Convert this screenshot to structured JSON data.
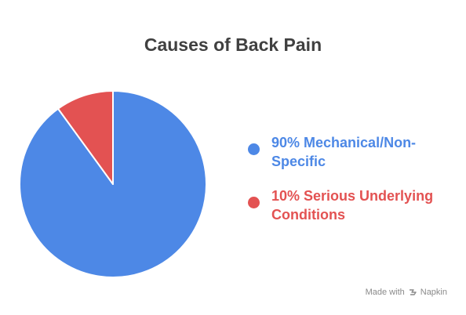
{
  "chart_data": {
    "type": "pie",
    "title": "Causes of Back Pain",
    "slices": [
      {
        "label": "90% Mechanical/Non-Specific",
        "value": 90,
        "color": "#4d88e6"
      },
      {
        "label": "10% Serious Underlying Conditions",
        "value": 10,
        "color": "#e35252"
      }
    ],
    "legend_position": "right"
  },
  "footer": {
    "made_with": "Made with",
    "brand": "Napkin",
    "icon": "napkin-logo-icon"
  }
}
